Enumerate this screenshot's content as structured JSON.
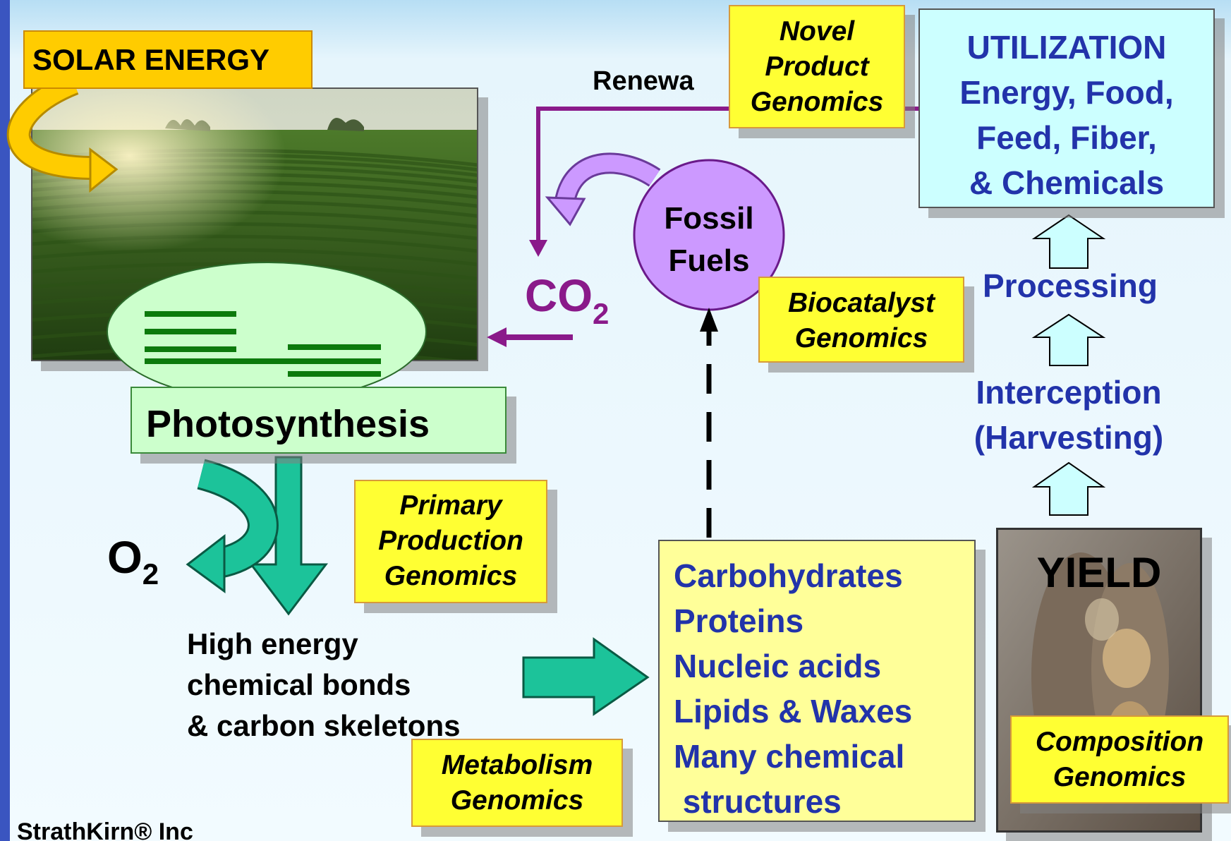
{
  "colors": {
    "sky": "#dff1fb",
    "edge_blue": "#3a55c0",
    "purple": "#8a1a8a",
    "teal_arrow": "#1cc39a",
    "yellow_box": "#ffff33",
    "orange_label": "#ffcc00",
    "util_box": "#ccffff",
    "photo_box": "#ccffcc",
    "text_blue": "#2233aa",
    "fossil": "#cc99ff"
  },
  "solar_label": "SOLAR ENERGY",
  "photosynthesis_label": "Photosynthesis",
  "o2": {
    "main": "O",
    "sub": "2"
  },
  "co2": {
    "main": "CO",
    "sub": "2"
  },
  "high_energy": [
    "High energy",
    "chemical bonds",
    "& carbon skeletons"
  ],
  "fossil": [
    "Fossil",
    "Fuels"
  ],
  "renewable_label": "Renewa",
  "utilization": [
    "UTILIZATION",
    "Energy, Food,",
    "Feed, Fiber,",
    "& Chemicals"
  ],
  "flow": {
    "processing": "Processing",
    "interception": [
      "Interception",
      "(Harvesting)"
    ]
  },
  "yield_label": "YIELD",
  "compounds": [
    "Carbohydrates",
    "Proteins",
    "Nucleic acids",
    "Lipids & Waxes",
    "Many chemical",
    " structures"
  ],
  "genomics": {
    "novel": [
      "Novel",
      "Product",
      "Genomics"
    ],
    "biocatalyst": [
      "Biocatalyst",
      "Genomics"
    ],
    "primary": [
      "Primary",
      "Production",
      "Genomics"
    ],
    "metabolism": [
      "Metabolism",
      "Genomics"
    ],
    "composition": [
      "Composition",
      "Genomics"
    ]
  },
  "footer": "StrathKirn® Inc"
}
